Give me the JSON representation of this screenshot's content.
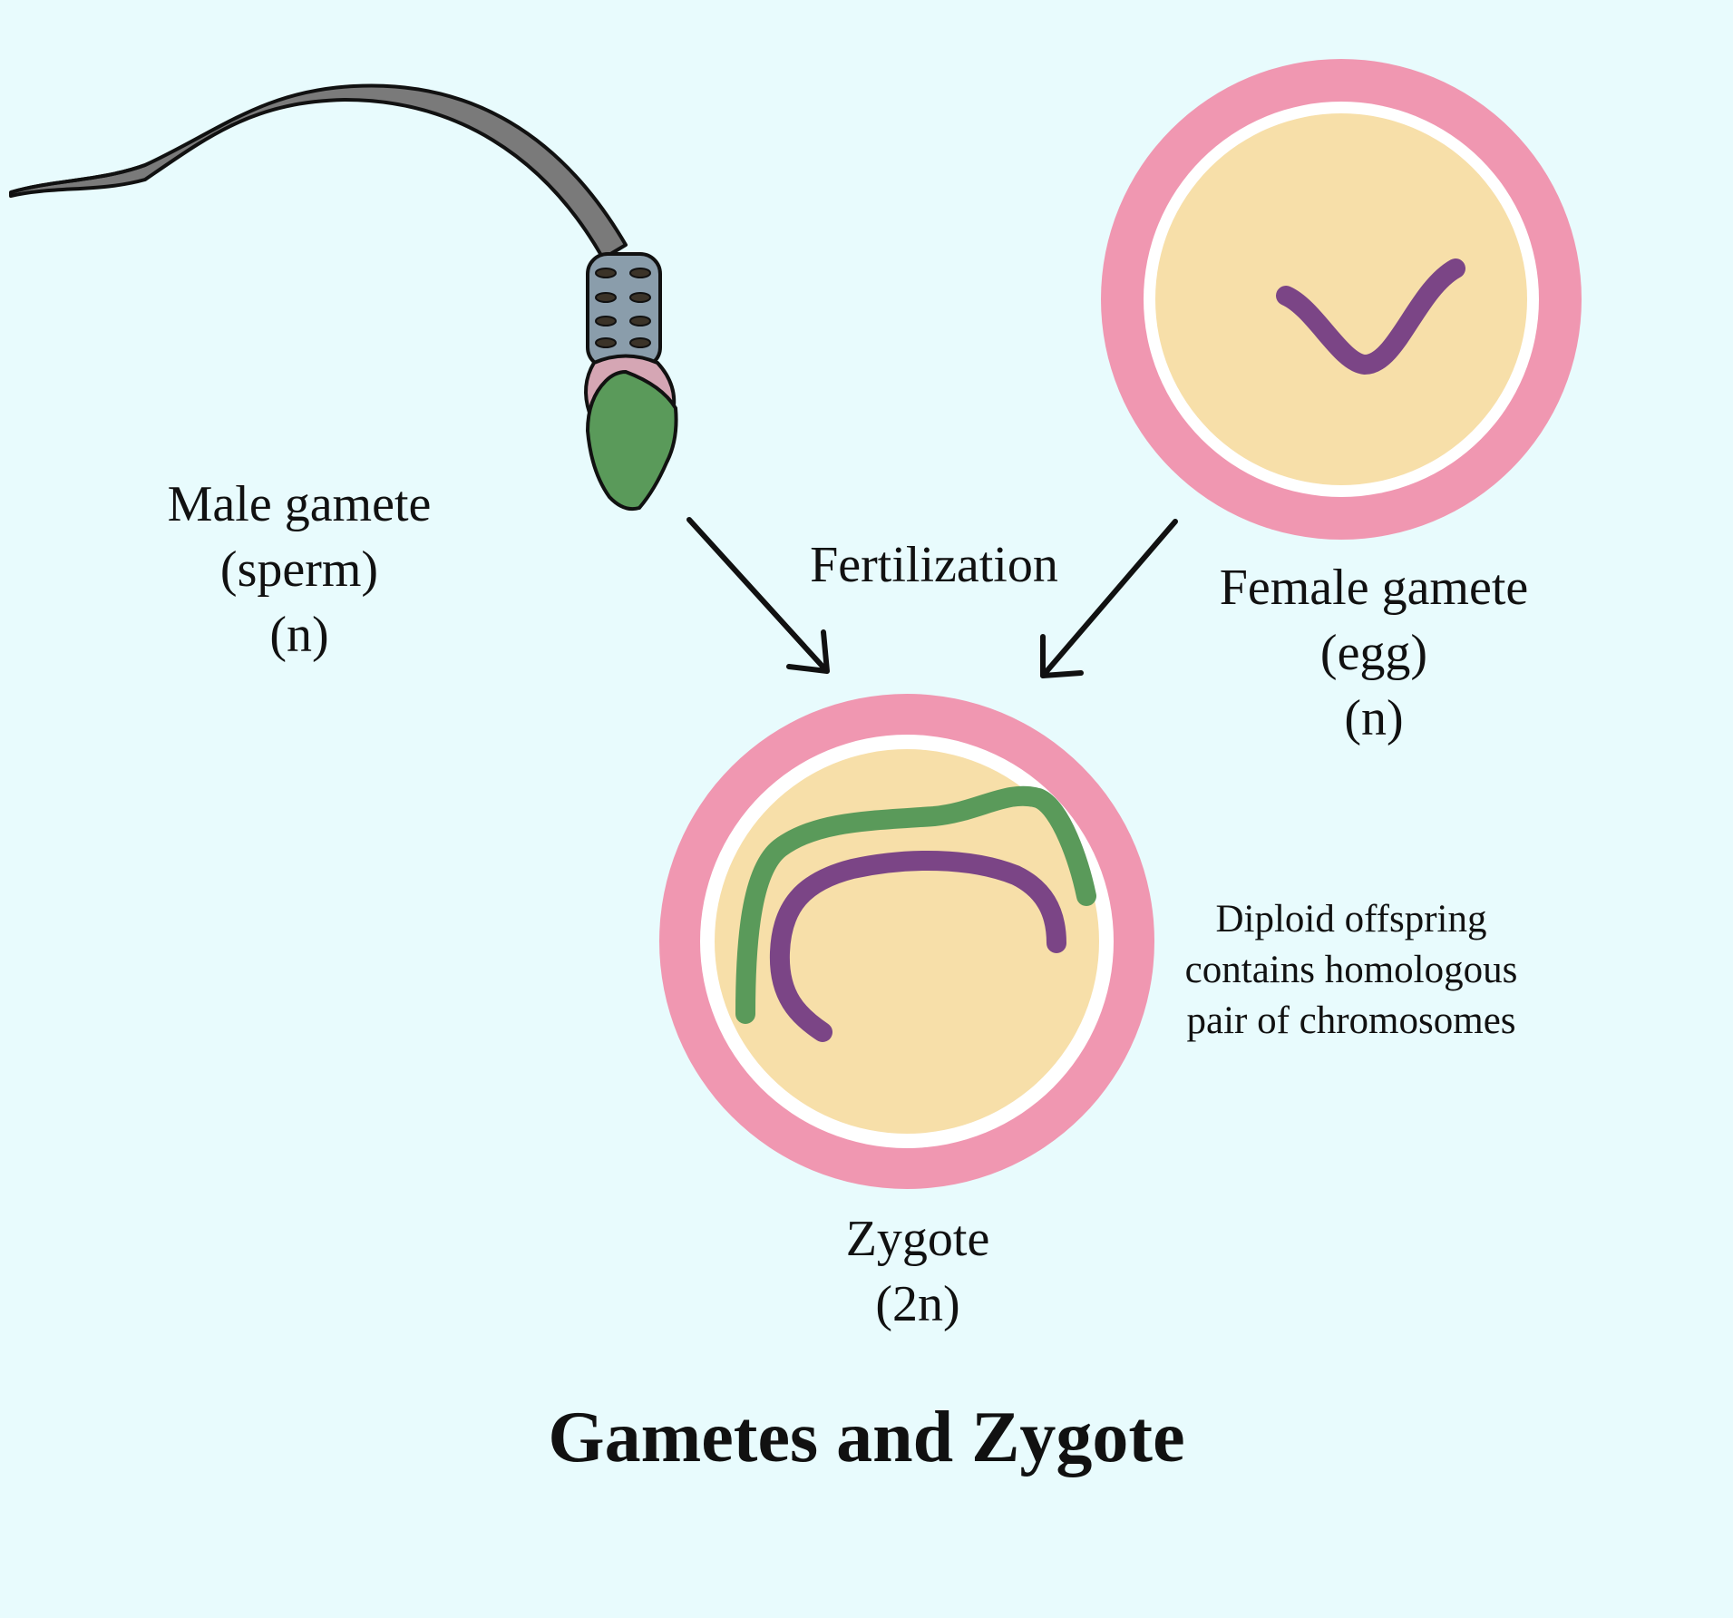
{
  "diagram": {
    "title": "Gametes and Zygote",
    "process_label": "Fertilization",
    "male": {
      "line1": "Male gamete",
      "line2": "(sperm)",
      "line3": "(n)"
    },
    "female": {
      "line1": "Female gamete",
      "line2": "(egg)",
      "line3": "(n)"
    },
    "zygote": {
      "line1": "Zygote",
      "line2": "(2n)"
    },
    "note": {
      "line1": "Diploid offspring",
      "line2": "contains homologous",
      "line3": "pair of chromosomes"
    }
  },
  "colors": {
    "background": "#e8fbfd",
    "membrane": "#f097b1",
    "cytoplasm": "#f7dfa9",
    "maternal_chromosome": "#7b4586",
    "paternal_chromosome": "#5a9a5a",
    "sperm_tail": "#7a7a7a",
    "sperm_midpiece": "#8a9dab",
    "sperm_acrosome": "#d5a6b4",
    "sperm_nucleus": "#5a9a5a"
  }
}
